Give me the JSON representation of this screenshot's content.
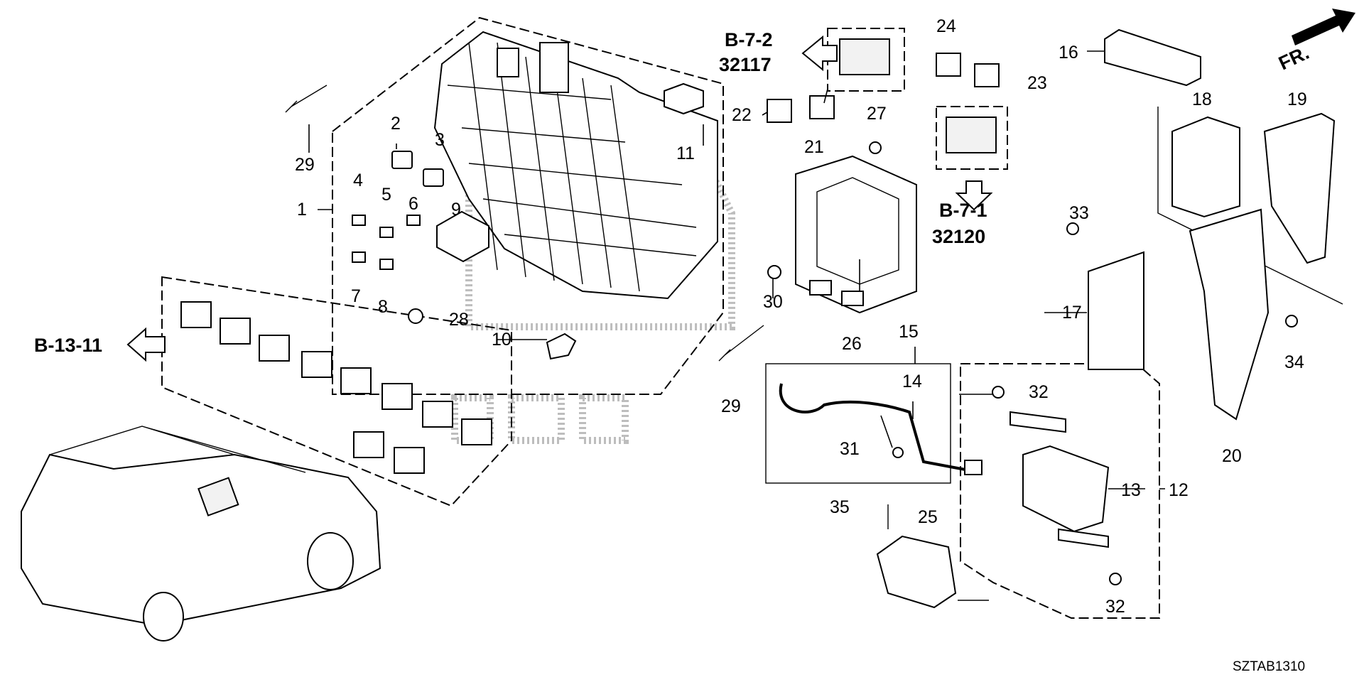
{
  "diagram_code": "SZTAB1310",
  "front_indicator": "FR.",
  "part_numbers": [
    "1",
    "2",
    "3",
    "4",
    "5",
    "6",
    "7",
    "8",
    "9",
    "10",
    "11",
    "12",
    "13",
    "14",
    "15",
    "16",
    "17",
    "18",
    "19",
    "20",
    "21",
    "22",
    "23",
    "24",
    "25",
    "26",
    "27",
    "28",
    "29",
    "30",
    "31",
    "32",
    "33",
    "34",
    "35"
  ],
  "references": {
    "b13_11": "B-13-11",
    "b7_2": "B-7-2",
    "b7_2_code": "32117",
    "b7_1": "B-7-1",
    "b7_1_code": "32120"
  }
}
